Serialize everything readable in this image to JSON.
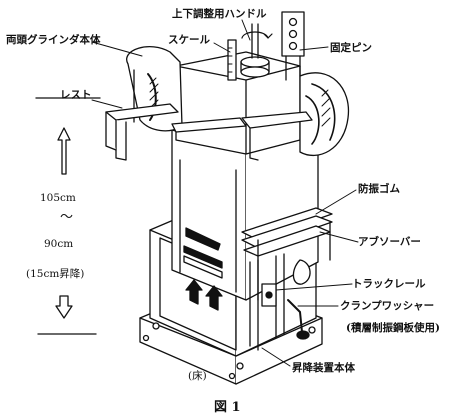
{
  "figure": {
    "labels": {
      "grinder_body": "両頭グラインダ本体",
      "handle": "上下調整用ハンドル",
      "scale": "スケール",
      "fixing_pin": "固定ピン",
      "rest": "レスト",
      "height_max": "105cm",
      "height_wave": "〜",
      "height_min": "90cm",
      "height_rise": "(15cm昇降)",
      "rubber": "防振ゴム",
      "absorber": "アブソーバー",
      "track_rail": "トラックレール",
      "clamp_washer": "クランプワッシャー",
      "clamp_note": "(積層制振鋼板使用)",
      "floor": "(床)",
      "lift_body": "昇降装置本体"
    },
    "caption": "図 1"
  }
}
